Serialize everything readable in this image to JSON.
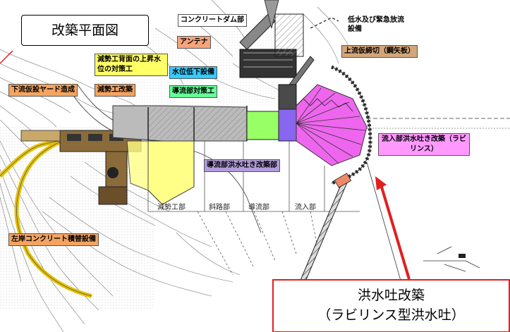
{
  "title": "改築平面図",
  "labels": {
    "concrete_dam": "コンクリートダム部",
    "low_water": "低水及び緊急放流設備",
    "antenna": "アンテナ",
    "upstream_cofferdam": "上流仮締切（鋼矢板）",
    "energy_wall": "減勢工背面の上昇水位の対策工",
    "water_level_down": "水位低下設備",
    "downstream_yard": "下流仮設ヤード造成",
    "energy_dissipator": "減勢工改築",
    "guide_channel": "導流部対策工",
    "inlet_spillway": "流入部洪水吐き改築（ラビリンス）",
    "guide_spillway": "導流部洪水吐き改築部",
    "left_bank": "左岸コンクリート積替設備"
  },
  "sections": {
    "energy": "減勢工部",
    "slope": "斜路部",
    "guide": "導流部",
    "inlet": "流入部"
  },
  "callout": {
    "line1": "洪水吐改築",
    "line2": "（ラビリンス型洪水吐）"
  },
  "colors": {
    "yellow_label": "#ffff66",
    "orange_label": "#f4a460",
    "salmon_label": "#f5a47c",
    "cyan_label": "#33ccff",
    "green_label": "#66ff99",
    "purple_label": "#b39ddb",
    "pink_label": "#ff99ff",
    "tan_label": "#d2a679",
    "magenta_area": "#ee66ee",
    "green_area": "#99ff66",
    "purple_area": "#8866ee",
    "yellow_area": "#ffff88",
    "callout_red": "#e02020"
  }
}
